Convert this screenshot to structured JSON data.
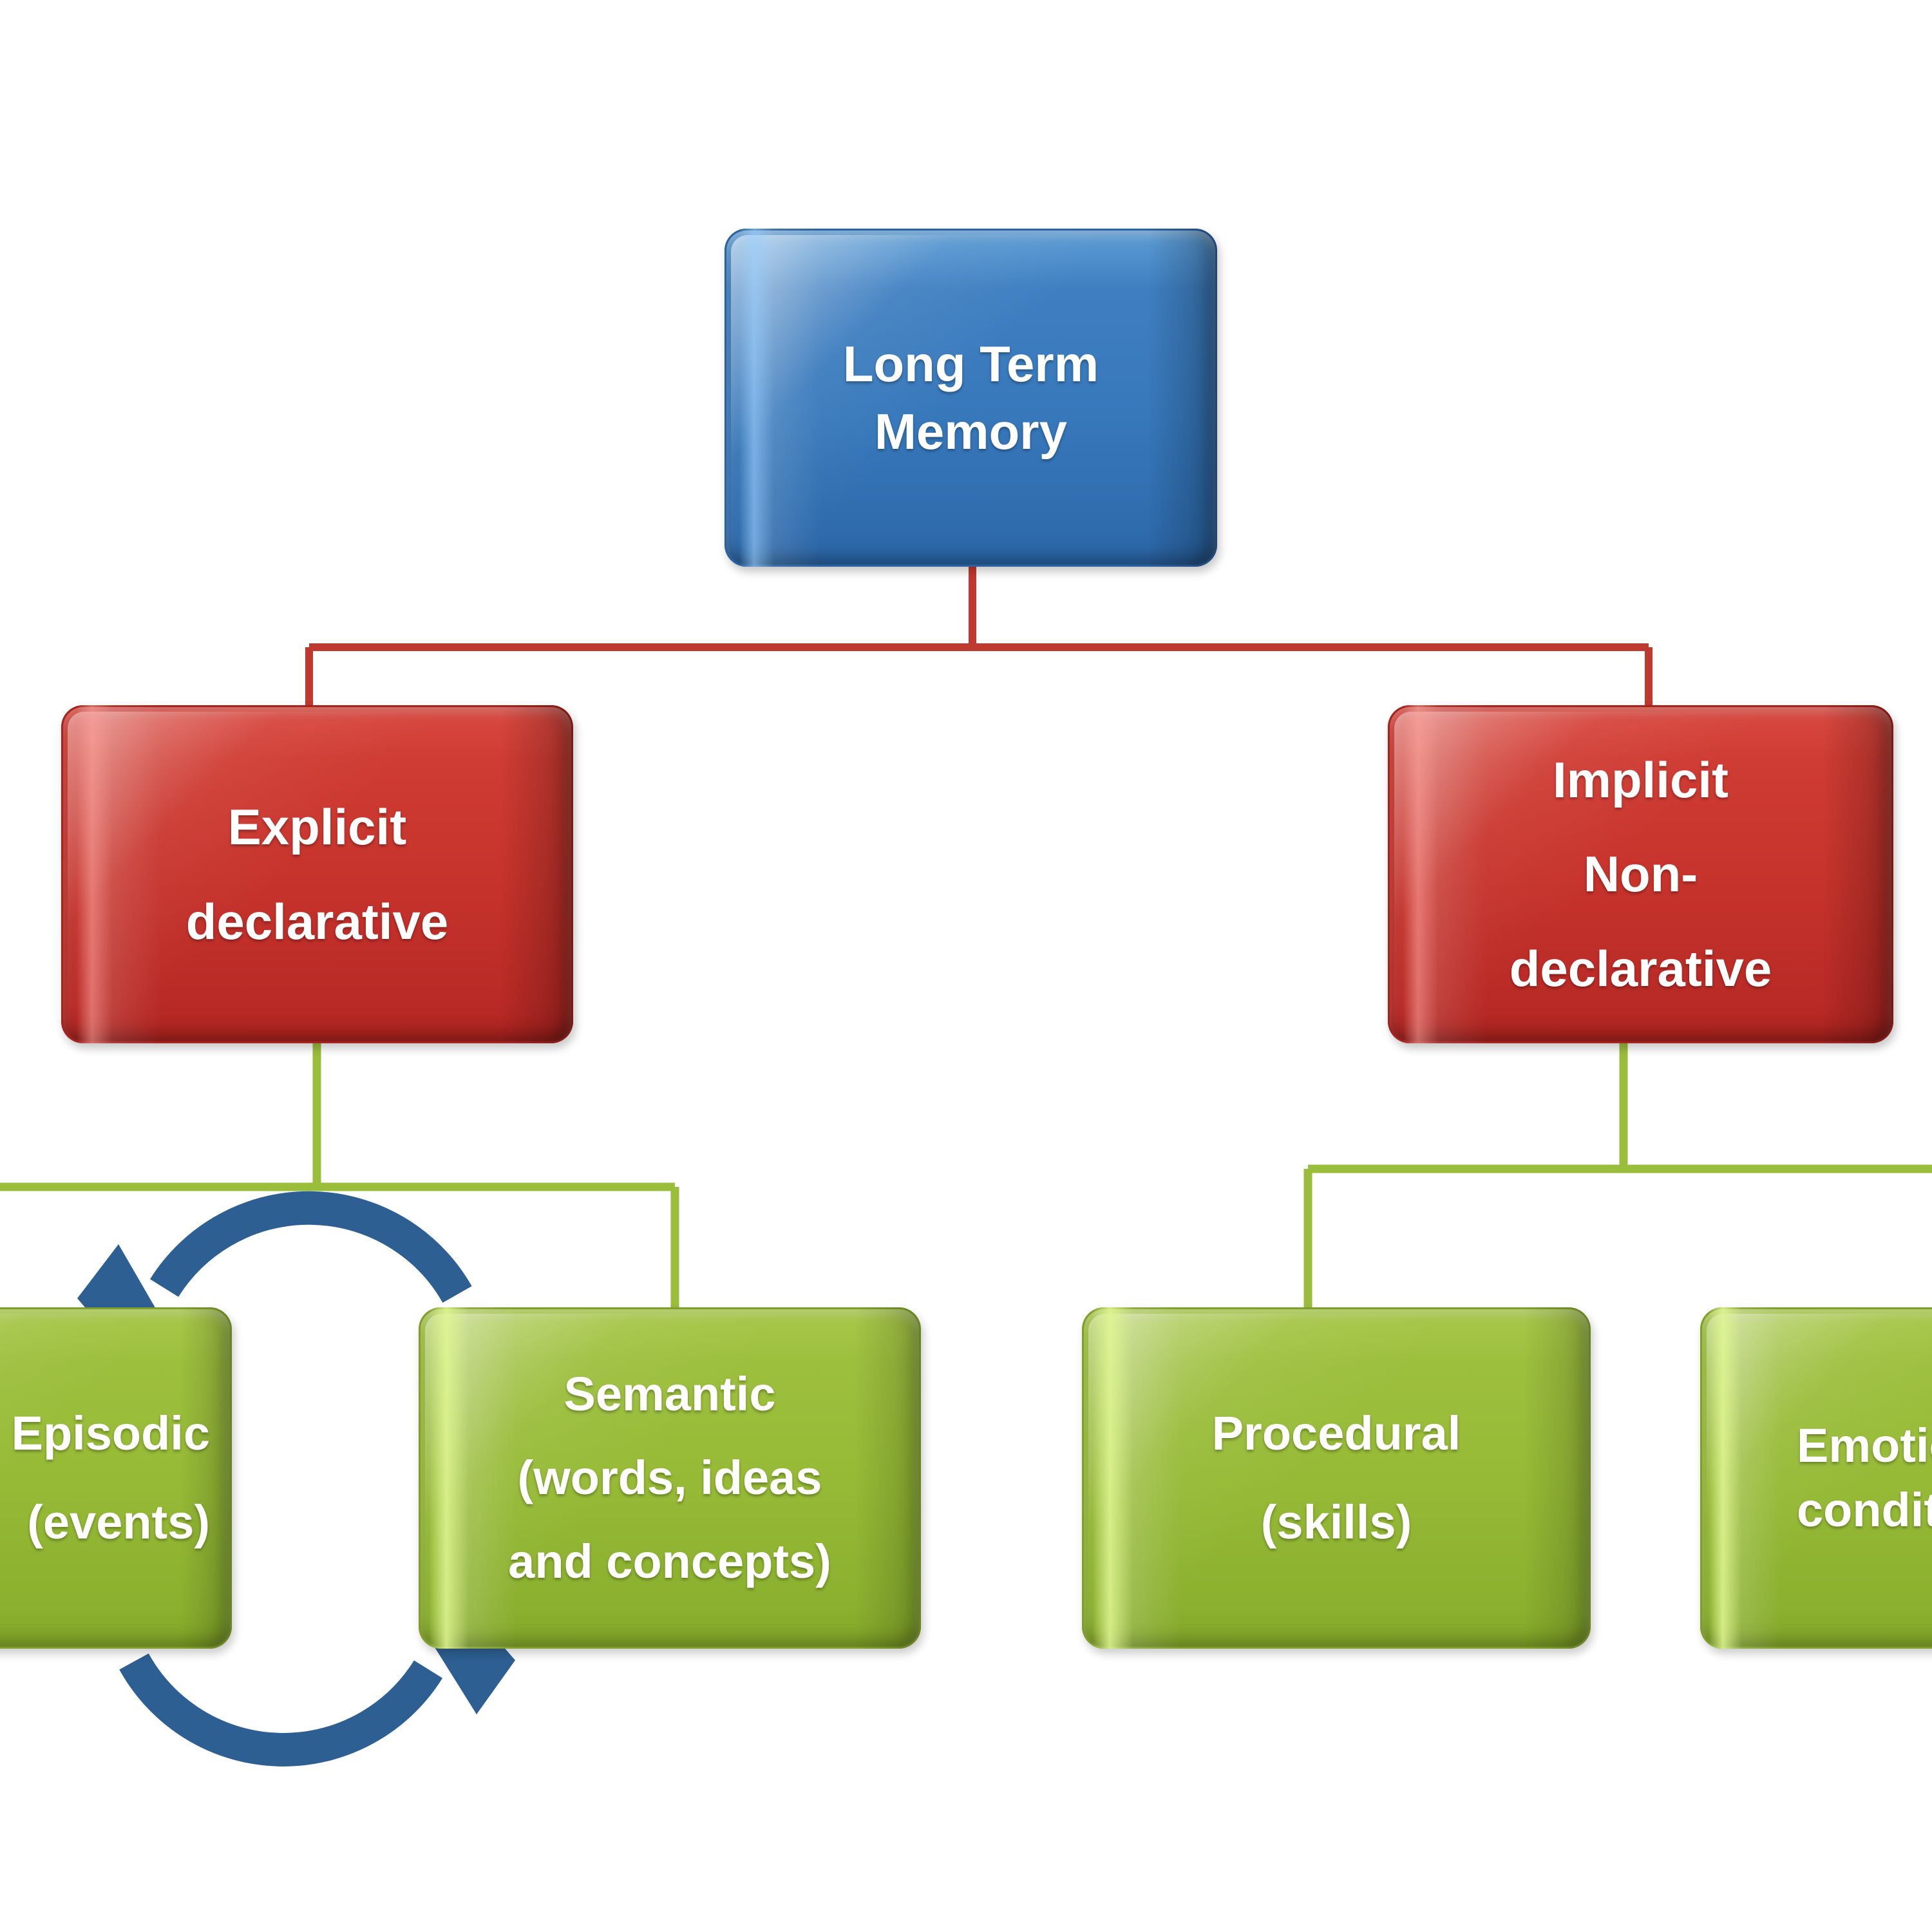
{
  "diagram": {
    "title": "Long Term Memory",
    "background_color": "#ffffff",
    "colors": {
      "root_blue": "#3778bb",
      "level2_red": "#c6332c",
      "level3_green": "#96ba36",
      "cycle_arrow_blue": "#2e5f93",
      "connector_red": "#c0392f",
      "connector_green": "#9ABD3C",
      "label_text": "#ffffff"
    },
    "nodes": {
      "root": {
        "id": "long-term-memory",
        "lines": [
          "Long Term",
          "Memory"
        ],
        "color": "blue"
      },
      "explicit": {
        "id": "explicit-declarative",
        "lines": [
          "Explicit",
          "declarative"
        ],
        "color": "red"
      },
      "implicit": {
        "id": "implicit-non-declarative",
        "lines": [
          "Implicit",
          "Non-",
          "declarative"
        ],
        "color": "red"
      },
      "episodic": {
        "id": "episodic-events",
        "lines": [
          "Episodic",
          "(events)"
        ],
        "visible_lines": [
          "odic",
          "vents)"
        ],
        "color": "green",
        "clipped": "left"
      },
      "semantic": {
        "id": "semantic-words-ideas-concepts",
        "lines": [
          "Semantic",
          "(words, ideas",
          "and concepts)"
        ],
        "color": "green"
      },
      "procedural": {
        "id": "procedural-skills",
        "lines": [
          "Procedural",
          "(skills)"
        ],
        "color": "green"
      },
      "emotional": {
        "id": "emotional-conditioning",
        "lines": [
          "Emotional",
          "conditioning"
        ],
        "visible_lines": [
          "Emot",
          "condit"
        ],
        "color": "green",
        "clipped": "right"
      }
    },
    "cycle_arrows": {
      "name": "episodic-semantic-cycle",
      "top_arrow_direction": "counterclockwise-left",
      "bottom_arrow_direction": "clockwise-right"
    }
  }
}
